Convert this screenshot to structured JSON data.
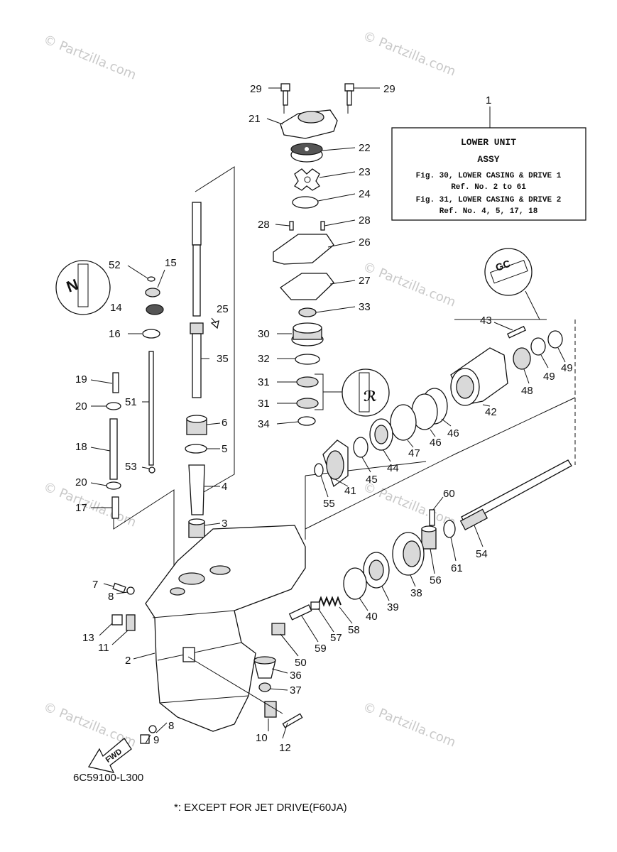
{
  "watermark": "© Partzilla.com",
  "info_box": {
    "ref": "1",
    "title": "LOWER UNIT",
    "subtitle": "ASSY",
    "line1": "Fig. 30, LOWER CASING & DRIVE 1",
    "line2": "Ref. No. 2 to 61",
    "line3": "Fig. 31, LOWER CASING & DRIVE 2",
    "line4": "Ref. No. 4, 5, 17, 18"
  },
  "callouts": {
    "c29a": "29",
    "c29b": "29",
    "c21": "21",
    "c22": "22",
    "c23": "23",
    "c24": "24",
    "c28a": "28",
    "c28b": "28",
    "c26": "26",
    "c27": "27",
    "c33": "33",
    "c30": "30",
    "c32": "32",
    "c31a": "31",
    "c31b": "31",
    "c34": "34",
    "c52": "52",
    "c15": "15",
    "c14": "14",
    "c16": "16",
    "c25": "25",
    "c35": "35",
    "c19": "19",
    "c20a": "20",
    "c51": "51",
    "c18": "18",
    "c53": "53",
    "c20b": "20",
    "c17": "17",
    "c6": "6",
    "c5": "5",
    "c4": "4",
    "c3": "3",
    "c43": "43",
    "c49a": "49",
    "c49b": "49",
    "c48": "48",
    "c42": "42",
    "c46a": "46",
    "c46b": "46",
    "c47": "47",
    "c44": "44",
    "c45": "45",
    "c41": "41",
    "c55": "55",
    "c60": "60",
    "c54": "54",
    "c61": "61",
    "c56": "56",
    "c38": "38",
    "c39": "39",
    "c40": "40",
    "c58": "58",
    "c57": "57",
    "c59": "59",
    "c50": "50",
    "c36": "36",
    "c37": "37",
    "c7": "7",
    "c8a": "8",
    "c13": "13",
    "c11": "11",
    "c2": "2",
    "c8b": "8",
    "c9": "9",
    "c10": "10",
    "c12": "12"
  },
  "fwd_label": "FWD",
  "diagram_code": "6C59100-L300",
  "footnote": "*: EXCEPT FOR JET DRIVE(F60JA)",
  "grease_symbol": "GC"
}
